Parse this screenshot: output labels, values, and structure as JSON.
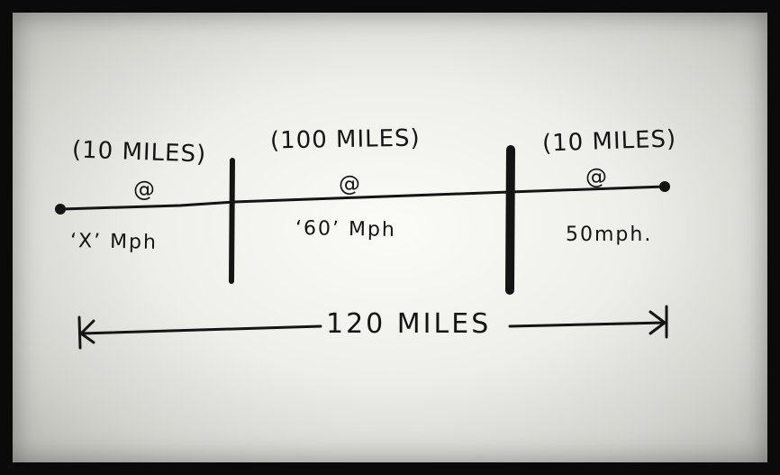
{
  "segments": [
    {
      "distance_label": "(10 MILES)",
      "at": "@",
      "speed_label": "‘X’ Mph"
    },
    {
      "distance_label": "(100 MILES)",
      "at": "@",
      "speed_label": "‘60’ Mph"
    },
    {
      "distance_label": "(10 MILES)",
      "at": "@",
      "speed_label": "50mph."
    }
  ],
  "total": {
    "label": "120 MILES"
  },
  "colors": {
    "ink": "#141414",
    "paper": "#f4f4f0",
    "frame": "#0a0a0a"
  }
}
